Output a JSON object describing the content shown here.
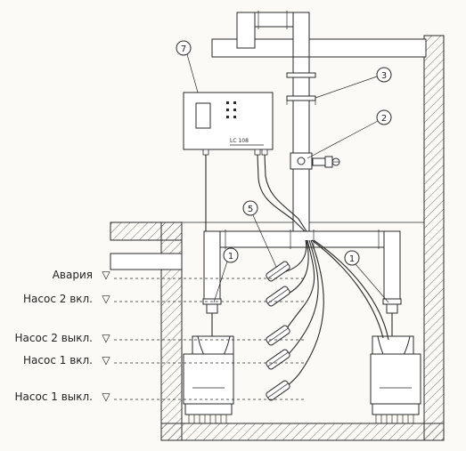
{
  "levels": [
    {
      "id": "alarm",
      "label": "Авария",
      "symbol": "▽"
    },
    {
      "id": "pump2-on",
      "label": "Насос 2 вкл.",
      "symbol": "▽"
    },
    {
      "id": "pump2-off",
      "label": "Насос 2 выкл.",
      "symbol": "▽"
    },
    {
      "id": "pump1-on",
      "label": "Насос 1 вкл.",
      "symbol": "▽"
    },
    {
      "id": "pump1-off",
      "label": "Насос 1 выкл.",
      "symbol": "▽"
    }
  ],
  "callouts": [
    {
      "id": "pump-left",
      "text": "1"
    },
    {
      "id": "pump-right",
      "text": "1"
    },
    {
      "id": "valve",
      "text": "2"
    },
    {
      "id": "pipe-clamp",
      "text": "3"
    },
    {
      "id": "float-switches",
      "text": "5"
    },
    {
      "id": "control-box",
      "text": "7"
    }
  ],
  "control_box": {
    "brand_text": "LC 108"
  },
  "colors": {
    "stroke": "#2a2a2a",
    "hatch": "#555555",
    "background": "#fbfaf6",
    "pipe": "#ffffff"
  }
}
